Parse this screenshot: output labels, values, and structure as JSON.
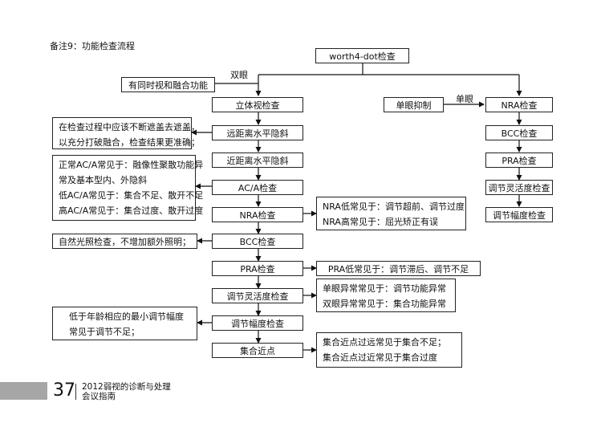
{
  "note_title": "备注9：功能检查流程",
  "top_box": "worth4-dot检查",
  "edge_labels": {
    "binocular": "双眼",
    "monocular": "单眼"
  },
  "left_box": "有同时视和融合功能",
  "main_steps": [
    "立体视检查",
    "远距离水平隐斜",
    "近距离水平隐斜",
    "AC/A检查",
    "NRA检查",
    "BCC检查",
    "PRA检查",
    "调节灵活度检查",
    "调节幅度检查",
    "集合近点"
  ],
  "mono_suppression": "单眼抑制",
  "mono_steps": [
    "NRA检查",
    "BCC检查",
    "PRA检查",
    "调节灵活度检查",
    "调节幅度检查"
  ],
  "notes": {
    "phoria": [
      "在检查过程中应该不断遮盖去遮盖，",
      "以充分打破融合，检查结果更准确；"
    ],
    "aca": [
      "正常AC/A常见于：融像性聚散功能异",
      "常及基本型内、外隐斜",
      "低AC/A常见于：集合不足、散开不足",
      "高AC/A常见于：集合过度、散开过度"
    ],
    "nra": [
      "NRA低常见于：调节超前、调节过度",
      "NRA高常见于：屈光矫正有误"
    ],
    "bcc": "自然光照检查，不增加额外照明；",
    "pra": "PRA低常见于：调节滞后、调节不足",
    "facility": [
      "单眼异常常见于：调节功能异常",
      "双眼异常常见于：集合功能异常"
    ],
    "amplitude": [
      "低于年龄相应的最小调节幅度",
      "常见于调节不足；"
    ],
    "npc": [
      "集合近点过远常见于集合不足；",
      "集合近点过近常见于集合过度"
    ]
  },
  "footer": {
    "page": "37",
    "line1": "2012弱视的诊断与处理",
    "line2": "会议指南"
  }
}
